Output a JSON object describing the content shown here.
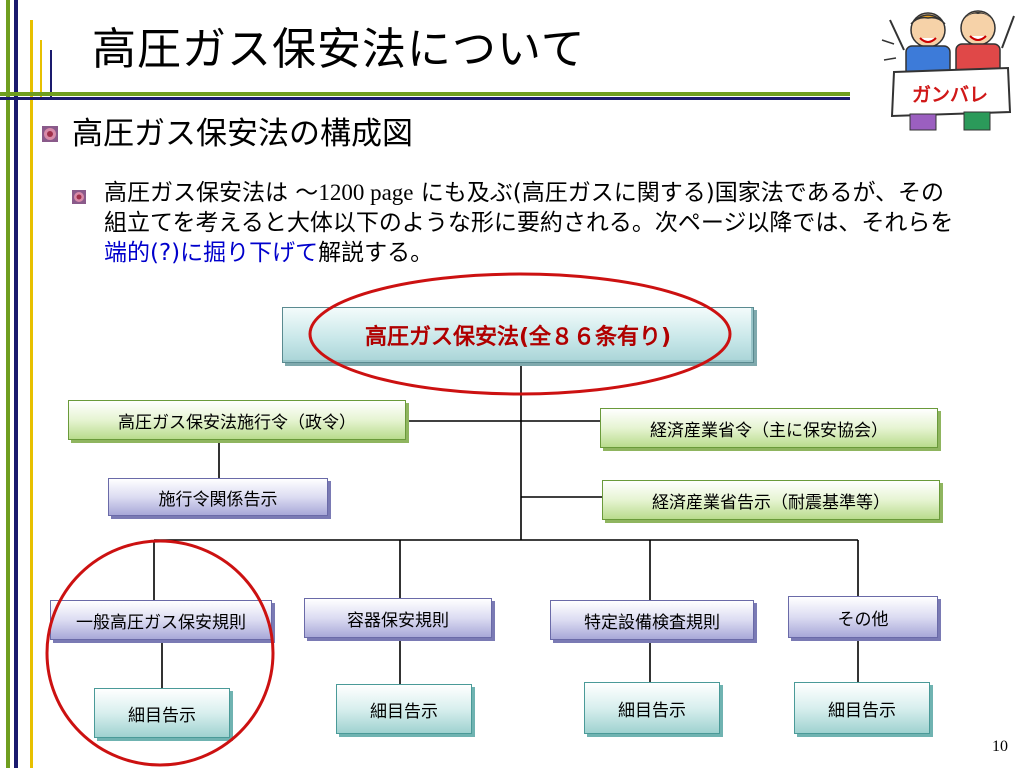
{
  "slide": {
    "title": "高圧ガス保安法について",
    "subtitle": "高圧ガス保安法の構成図",
    "paragraph": {
      "part1": "高圧ガス保安法は ～",
      "number": "1200 page",
      "part2": " にも及ぶ",
      "paren": "(高圧ガスに関する)",
      "part3": "国家法であるが、その組立てを考えると大体以下のような形に要約される。次ページ以降では、それらを",
      "emphasis": "端的(?)に掘り下げて",
      "part4": "解説する。"
    },
    "page_number": "10",
    "illustration_label": "ガンバレ"
  },
  "diagram": {
    "root": "高圧ガス保安法(全８６条有り)",
    "cabinet_order": "高圧ガス保安法施行令（政令）",
    "cabinet_notice": "施行令関係告示",
    "meti_ordinance": "経済産業省令（主に保安協会）",
    "meti_notice": "経済産業省告示（耐震基準等）",
    "regulations": [
      {
        "name": "一般高圧ガス保安規則",
        "detail": "細目告示"
      },
      {
        "name": "容器保安規則",
        "detail": "細目告示"
      },
      {
        "name": "特定設備検査規則",
        "detail": "細目告示"
      },
      {
        "name": "その他",
        "detail": "細目告示"
      }
    ]
  },
  "colors": {
    "accent_green": "#6f9e1f",
    "accent_yellow": "#e7c000",
    "line_navy": "#1a1a6e",
    "highlight_circle": "#cc1111",
    "emphasis_text": "#0000cc"
  }
}
